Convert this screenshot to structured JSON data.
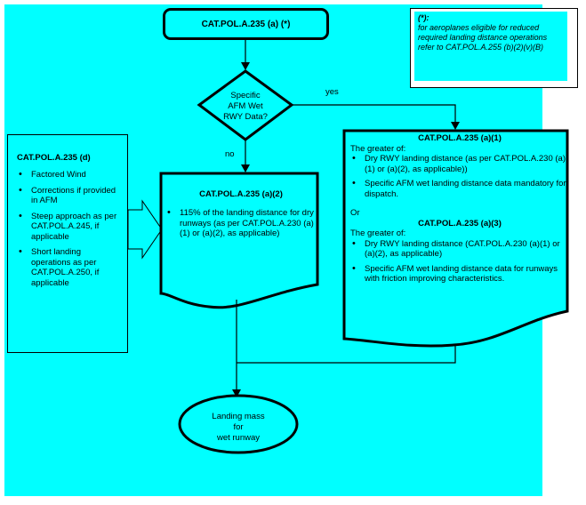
{
  "start_box": {
    "label": "CAT.POL.A.235 (a) (*)"
  },
  "footnote": {
    "title": "(*):",
    "text": "for aeroplanes eligible for reduced required landing distance operations refer to CAT.POL.A.255 (b)(2)(v)(B)"
  },
  "decision": {
    "lines": [
      "Specific",
      "AFM Wet",
      "RWY Data?"
    ],
    "yes_label": "yes",
    "no_label": "no"
  },
  "left_box": {
    "title": "CAT.POL.A.235 (d)",
    "items": [
      "Factored Wind",
      "Corrections if provided in AFM",
      "Steep approach as per CAT.POL.A.245, if applicable",
      "Short landing operations as per CAT.POL.A.250, if applicable"
    ]
  },
  "middle_box": {
    "title": "CAT.POL.A.235 (a)(2)",
    "items": [
      "115% of the landing distance for dry runways (as per CAT.POL.A.230 (a)(1) or (a)(2), as applicable)"
    ]
  },
  "right_box": {
    "title1": "CAT.POL.A.235 (a)(1)",
    "greater1": "The greater of:",
    "items1": [
      "Dry RWY landing distance (as per CAT.POL.A.230 (a)(1) or (a)(2), as applicable))",
      "Specific AFM wet landing distance data mandatory for dispatch."
    ],
    "or": "Or",
    "title2": "CAT.POL.A.235 (a)(3)",
    "greater2": "The greater of:",
    "items2": [
      "Dry RWY landing distance (CAT.POL.A.230 (a)(1) or (a)(2), as applicable)",
      "Specific AFM wet landing distance data for runways with friction improving characteristics."
    ]
  },
  "end_node": {
    "lines": [
      "Landing mass",
      "for",
      "wet runway"
    ]
  }
}
